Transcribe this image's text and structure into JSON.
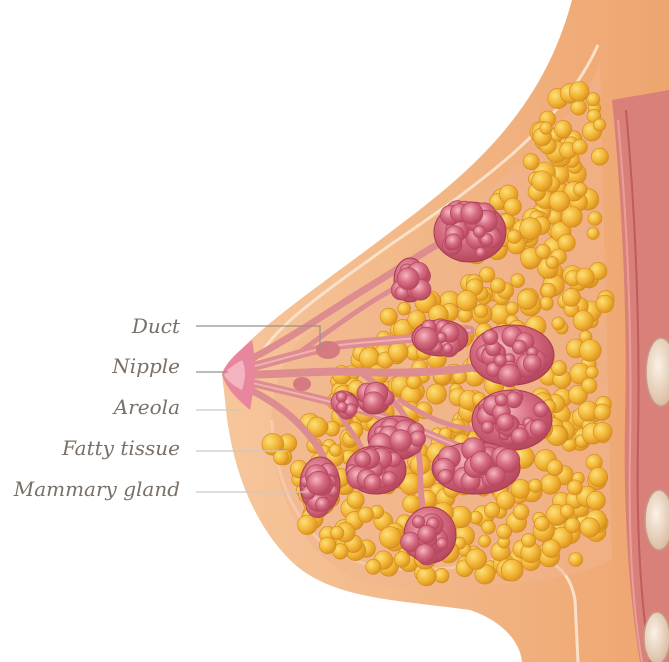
{
  "labels": {
    "duct": "Duct",
    "nipple": "Nipple",
    "areola": "Areola",
    "fatty_tissue": "Fatty tissue",
    "mammary_gland": "Mammary gland"
  },
  "colors": {
    "skin": "#f2b889",
    "skin_dark": "#e39a68",
    "fat": "#f1b233",
    "gland": "#cf5a70",
    "duct": "#dd8c8f",
    "muscle": "#d97c7a",
    "background": "#ffffff"
  }
}
